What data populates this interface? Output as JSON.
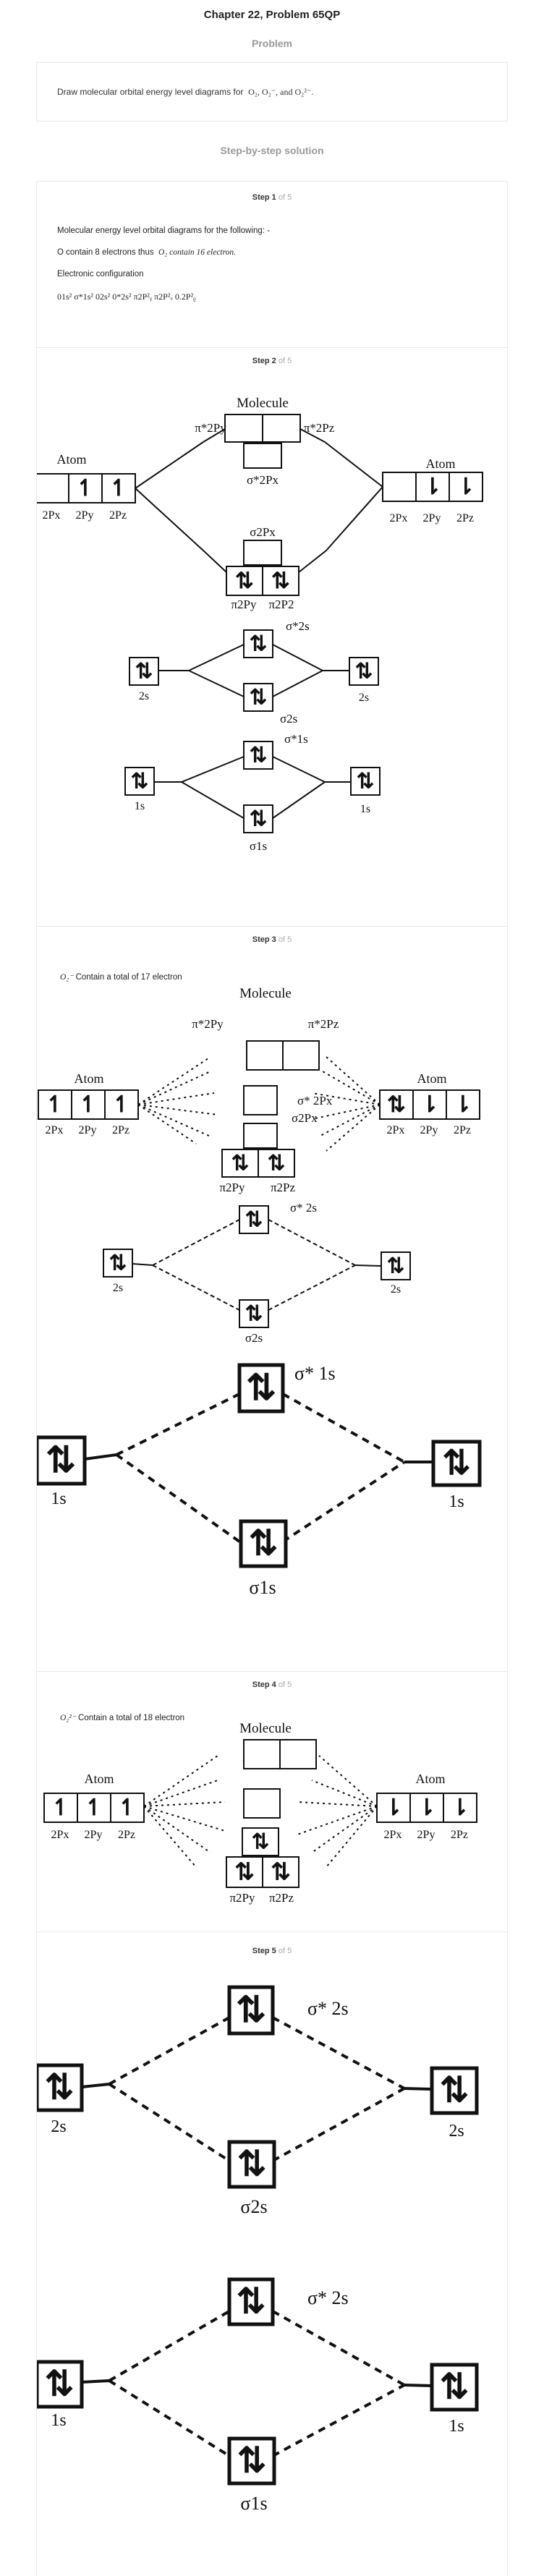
{
  "header": {
    "title": "Chapter 22, Problem 65QP",
    "subtitle": "Problem"
  },
  "problem": {
    "text": "Draw molecular orbital energy level diagrams for",
    "species": "O₂, O₂⁻, and O₂²⁻."
  },
  "solution_header": "Step-by-step solution",
  "steps": [
    {
      "label": "Step 1",
      "of": " of 5",
      "lines": [
        "Molecular energy level orbital diagrams for the following: -",
        "O contain 8 electrons thus",
        "O₂ contain 16 electron.",
        "Electronic configuration"
      ],
      "config": "01s² σ*1s² 02s² 0*2s² π2P²ᵧ π2P²ᵥ 0.2P²ᵨ"
    },
    {
      "label": "Step 2",
      "of": " of 5"
    },
    {
      "label": "Step 3",
      "of": " of 5",
      "lead_sym": "O₂⁻",
      "lead": "Contain a total of 17 electron"
    },
    {
      "label": "Step 4",
      "of": " of 5",
      "lead_sym": "O₂²⁻",
      "lead": "Contain a total of 18 electron"
    },
    {
      "label": "Step 5",
      "of": " of 5"
    }
  ],
  "diagram_labels": {
    "molecule": "Molecule",
    "atom": "Atom",
    "px": "2Px",
    "py": "2Py",
    "pz": "2Pz",
    "pi_star_py": "π*2Py",
    "pi_star_pz": "π*2Pz",
    "sigma_star_px": "σ*2Px",
    "sigma_px": "σ2Px",
    "pi_py": "π2Py",
    "pi_pz_s2": "π2P2",
    "pi_pz": "π2Pz",
    "sigma_star_2s": "σ*2s",
    "sigma_star_2s_sp": "σ* 2s",
    "sigma_2s": "σ2s",
    "s2": "2s",
    "sigma_star_1s": "σ*1s",
    "sigma_star_1s_sp": "σ* 1s",
    "sigma_1s": "σ1s",
    "s1": "1s",
    "sigma_star_px_sp": "σ* 2Px",
    "sigma_px_s3": "σ2Px"
  },
  "glyphs": {
    "pair": "⇅",
    "up": "↿",
    "down": "⇂"
  }
}
